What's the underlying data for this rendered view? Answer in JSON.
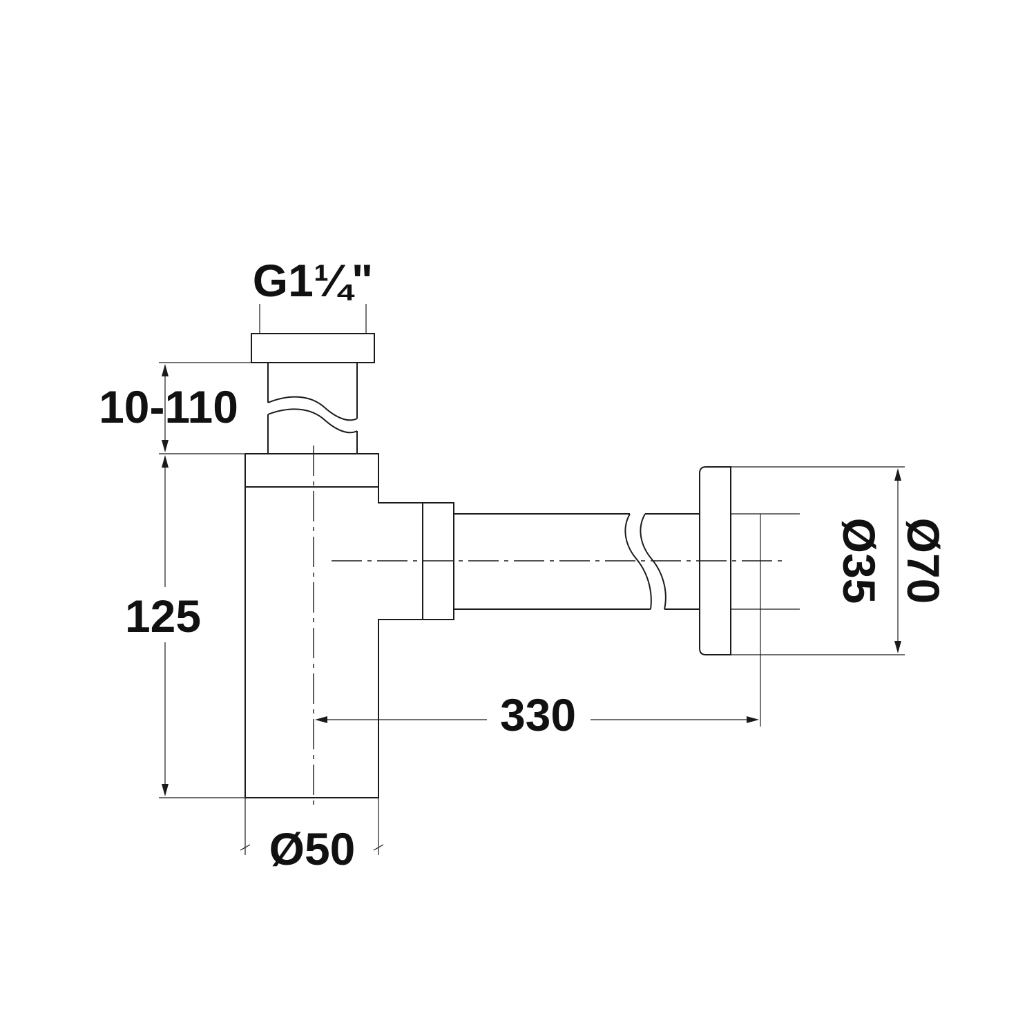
{
  "dimensions": {
    "thread": "G1¼\"",
    "height_adjust": "10-110",
    "body_height": "125",
    "body_diameter": "Ø50",
    "outlet_length": "330",
    "pipe_diameter": "Ø35",
    "flange_diameter": "Ø70"
  }
}
